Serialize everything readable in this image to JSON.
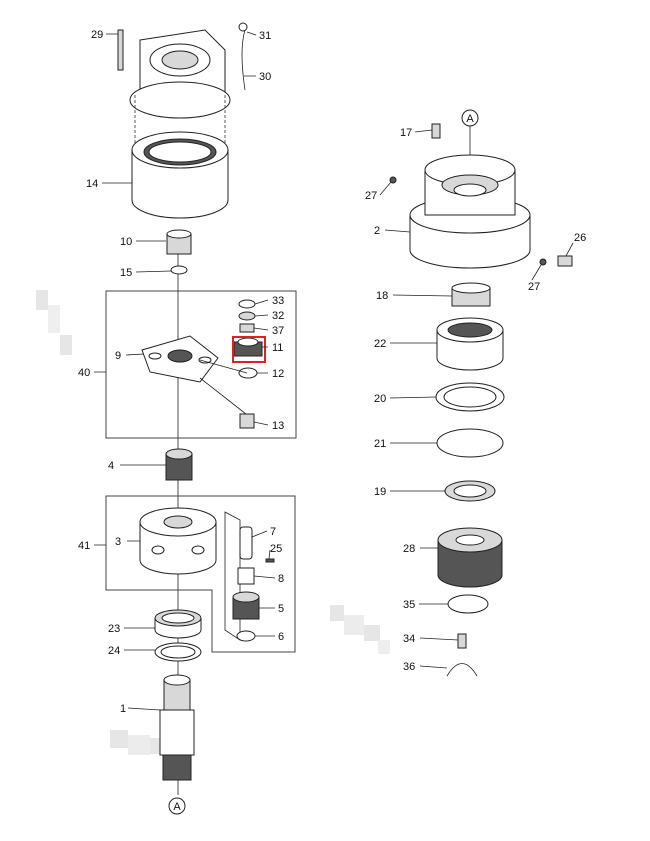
{
  "diagram": {
    "type": "exploded parts diagram",
    "callouts": {
      "p29": "29",
      "p31": "31",
      "p30": "30",
      "p14": "14",
      "p10": "10",
      "p15": "15",
      "p33": "33",
      "p32": "32",
      "p37": "37",
      "p11": "11",
      "p12": "12",
      "p13": "13",
      "p9": "9",
      "p40": "40",
      "p4": "4",
      "p3": "3",
      "p41": "41",
      "p7": "7",
      "p25": "25",
      "p8": "8",
      "p5": "5",
      "p6": "6",
      "p23": "23",
      "p24": "24",
      "p1": "1",
      "refA_bottom": "A",
      "refA_top": "A",
      "p17": "17",
      "p27a": "27",
      "p2": "2",
      "p26": "26",
      "p27b": "27",
      "p18": "18",
      "p22": "22",
      "p20": "20",
      "p21": "21",
      "p19": "19",
      "p28": "28",
      "p35": "35",
      "p34": "34",
      "p36": "36"
    },
    "highlighted_part": "11",
    "highlight_color": "#e02020"
  }
}
